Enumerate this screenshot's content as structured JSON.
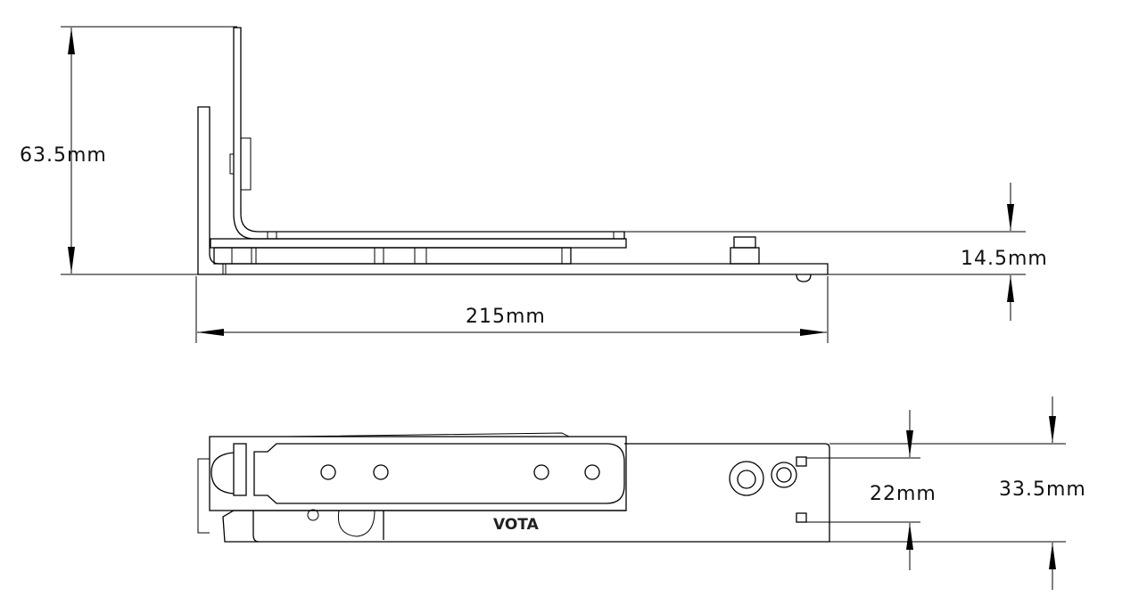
{
  "side_view": {
    "height_label": "63.5mm",
    "thickness_label": "14.5mm",
    "length_label": "215mm"
  },
  "top_view": {
    "brand": "VOTA",
    "hole_spacing_label": "22mm",
    "width_label": "33.5mm"
  },
  "colors": {
    "line": "#000000",
    "background": "#ffffff"
  }
}
